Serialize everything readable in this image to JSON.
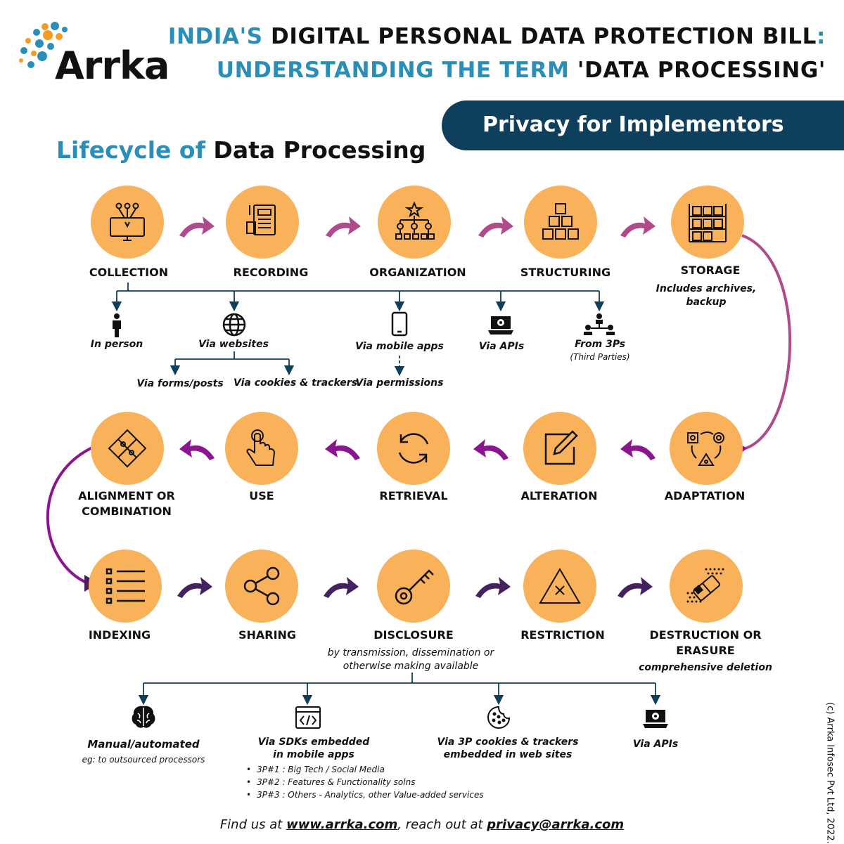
{
  "logo": {
    "text": "Arrka"
  },
  "title": {
    "line1_a": "INDIA'S",
    "line1_b": "DIGITAL PERSONAL DATA PROTECTION BILL",
    "line1_c": ":",
    "line2_a": "UNDERSTANDING THE TERM",
    "line2_b": "'DATA PROCESSING'"
  },
  "banner": "Privacy for Implementors",
  "subtitle": {
    "a": "Lifecycle of",
    "b": "Data Processing"
  },
  "stages": [
    {
      "label": "COLLECTION",
      "icon": "monitor-input-icon"
    },
    {
      "label": "RECORDING",
      "icon": "document-clip-icon"
    },
    {
      "label": "ORGANIZATION",
      "icon": "org-chart-star-icon"
    },
    {
      "label": "STRUCTURING",
      "icon": "stacked-boxes-icon"
    },
    {
      "label": "STORAGE",
      "icon": "warehouse-shelf-icon",
      "note": "Includes archives,\nbackup"
    },
    {
      "label": "ADAPTATION",
      "icon": "shapes-cycle-icon"
    },
    {
      "label": "ALTERATION",
      "icon": "edit-pencil-icon"
    },
    {
      "label": "RETRIEVAL",
      "icon": "refresh-cycle-icon"
    },
    {
      "label": "USE",
      "icon": "tap-hand-icon"
    },
    {
      "label": "ALIGNMENT OR\nCOMBINATION",
      "icon": "puzzle-icon"
    },
    {
      "label": "INDEXING",
      "icon": "list-icon"
    },
    {
      "label": "SHARING",
      "icon": "share-icon"
    },
    {
      "label": "DISCLOSURE",
      "icon": "key-icon",
      "note": "by transmission, dissemination or\notherwise making available"
    },
    {
      "label": "RESTRICTION",
      "icon": "restricted-triangle-icon"
    },
    {
      "label": "DESTRUCTION OR\nERASURE",
      "icon": "eraser-icon",
      "note": "comprehensive deletion"
    }
  ],
  "collection_methods": {
    "in_person": "In person",
    "websites": "Via websites",
    "forms": "Via forms/posts",
    "cookies": "Via cookies & trackers",
    "mobile": "Via mobile apps",
    "permissions": "Via permissions",
    "apis": "Via APIs",
    "third_parties": "From 3Ps",
    "third_parties_note": "(Third Parties)"
  },
  "disclosure_methods": {
    "manual": "Manual/automated",
    "manual_note": "eg: to outsourced processors",
    "sdks": "Via SDKs embedded\nin mobile apps",
    "sdk_items": [
      "3P#1 : Big Tech / Social Media",
      "3P#2 : Features & Functionality solns",
      "3P#3 : Others - Analytics, other Value-added services"
    ],
    "cookies": "Via 3P cookies & trackers\nembedded in web sites",
    "apis": "Via APIs"
  },
  "footer": {
    "prefix": "Find us at ",
    "website": "www.arrka.com",
    "middle": ", reach out at ",
    "email": "privacy@arrka.com"
  },
  "copyright": "(c) Arrka Infosec Pvt Ltd, 2022.",
  "colors": {
    "circle": "#f9b15a",
    "teal": "#2a8fb8",
    "navy": "#0e3f5c",
    "arrow_row1": "#b04a8a",
    "arrow_row2": "#8a158f",
    "arrow_row3": "#45215f"
  }
}
